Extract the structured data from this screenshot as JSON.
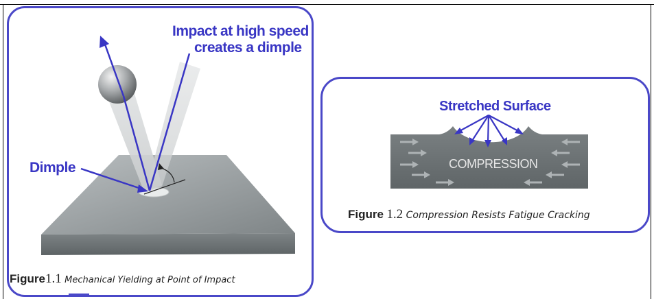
{
  "figure1": {
    "label_impact_line1": "Impact at high speed",
    "label_impact_line2": "creates a dimple",
    "label_dimple": "Dimple",
    "caption_prefix": "Figure",
    "caption_number": "1.1",
    "caption_text": "Mechanical Yielding at Point of Impact"
  },
  "figure2": {
    "label_stretched": "Stretched Surface",
    "label_compression": "COMPRESSION",
    "caption_prefix": "Figure",
    "caption_number": "1.2",
    "caption_text": "Compression Resists Fatigue Cracking"
  },
  "colors": {
    "accent_blue": "#3936c4",
    "panel_border": "#4a48c8",
    "plate_gray": "#8e9496",
    "block_gray": "#6b7173"
  }
}
